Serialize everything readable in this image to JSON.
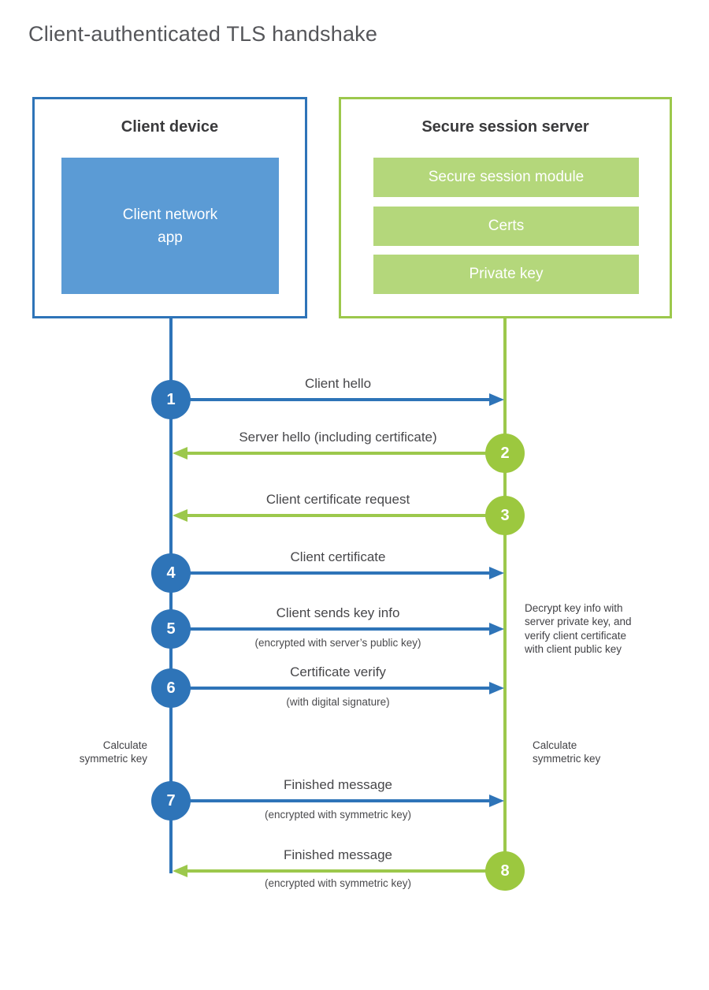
{
  "page": {
    "title": "Client-authenticated TLS handshake"
  },
  "client_box": {
    "title": "Client device",
    "app_line1": "Client network",
    "app_line2": "app"
  },
  "server_box": {
    "title": "Secure session server",
    "modules": [
      "Secure session module",
      "Certs",
      "Private key"
    ]
  },
  "messages": [
    {
      "num": "1",
      "label": "Client hello",
      "sublabel": "",
      "direction": "right",
      "actor": "client"
    },
    {
      "num": "2",
      "label": "Server hello (including certificate)",
      "sublabel": "",
      "direction": "left",
      "actor": "server"
    },
    {
      "num": "3",
      "label": "Client certificate request",
      "sublabel": "",
      "direction": "left",
      "actor": "server"
    },
    {
      "num": "4",
      "label": "Client certificate",
      "sublabel": "",
      "direction": "right",
      "actor": "client"
    },
    {
      "num": "5",
      "label": "Client sends key info",
      "sublabel": "(encrypted with server’s public key)",
      "direction": "right",
      "actor": "client"
    },
    {
      "num": "6",
      "label": "Certificate verify",
      "sublabel": "(with digital signature)",
      "direction": "right",
      "actor": "client"
    },
    {
      "num": "7",
      "label": "Finished message",
      "sublabel": "(encrypted with symmetric key)",
      "direction": "right",
      "actor": "client"
    },
    {
      "num": "8",
      "label": "Finished message",
      "sublabel": "(encrypted with symmetric key)",
      "direction": "left",
      "actor": "server"
    }
  ],
  "annotations": {
    "decrypt": {
      "lines": [
        "Decrypt key info with",
        "server private key, and",
        "verify client certificate",
        "with client public key"
      ]
    },
    "calc_left": {
      "lines": [
        "Calculate",
        "symmetric key"
      ]
    },
    "calc_right": {
      "lines": [
        "Calculate",
        "symmetric key"
      ]
    }
  },
  "colors": {
    "blue": "#2e74b8",
    "blue_light": "#5b9bd5",
    "green": "#9cc84c",
    "green_light": "#b4d77b"
  }
}
